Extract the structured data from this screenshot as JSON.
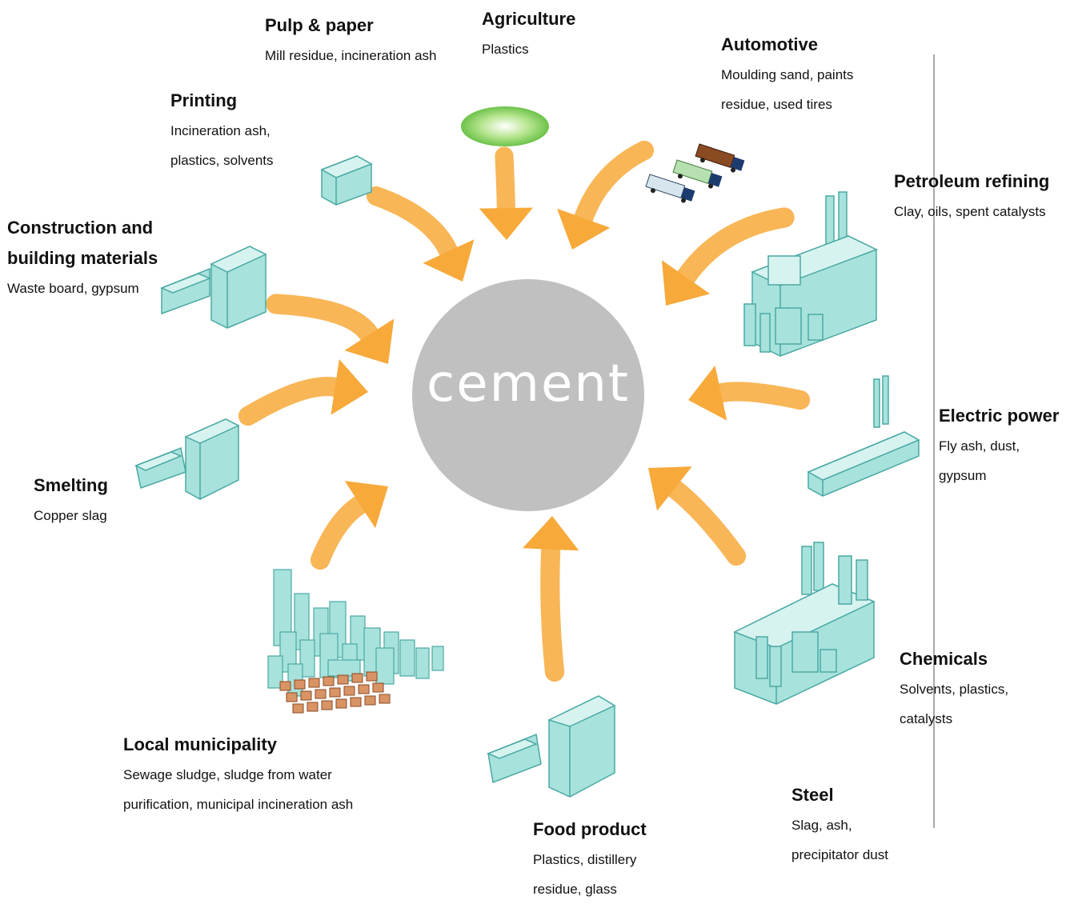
{
  "center": {
    "label": "cement"
  },
  "sources": [
    {
      "id": "pulp-paper",
      "title": "Pulp & paper",
      "lines": [
        "Mill residue, incineration ash"
      ]
    },
    {
      "id": "agriculture",
      "title": "Agriculture",
      "lines": [
        "Plastics"
      ]
    },
    {
      "id": "automotive",
      "title": "Automotive",
      "lines": [
        "Moulding sand, paints",
        "residue, used tires"
      ]
    },
    {
      "id": "printing",
      "title": "Printing",
      "lines": [
        "Incineration ash,",
        "plastics, solvents"
      ]
    },
    {
      "id": "petroleum-refining",
      "title": "Petroleum refining",
      "lines": [
        "Clay, oils, spent catalysts"
      ]
    },
    {
      "id": "construction",
      "title": "Construction and building materials",
      "title_lines": [
        "Construction and",
        "building materials"
      ],
      "lines": [
        "Waste board, gypsum"
      ]
    },
    {
      "id": "electric-power",
      "title": "Electric power",
      "lines": [
        "Fly ash, dust,",
        "gypsum"
      ]
    },
    {
      "id": "smelting",
      "title": "Smelting",
      "lines": [
        "Copper slag"
      ]
    },
    {
      "id": "chemicals",
      "title": "Chemicals",
      "lines": [
        "Solvents, plastics,",
        "catalysts"
      ]
    },
    {
      "id": "local-municipality",
      "title": "Local municipality",
      "lines": [
        "Sewage sludge, sludge from water",
        "purification, municipal incineration ash"
      ]
    },
    {
      "id": "steel",
      "title": "Steel",
      "lines": [
        "Slag, ash,",
        "precipitator dust"
      ]
    },
    {
      "id": "food-product",
      "title": "Food product",
      "lines": [
        "Plastics, distillery",
        "residue, glass"
      ]
    }
  ],
  "colors": {
    "arrow": "#f7a93a",
    "building": "#a8e2dc",
    "building_edge": "#4aa9a3",
    "center": "#c0c0c0",
    "agriculture_ellipse": "#8dd36a"
  }
}
